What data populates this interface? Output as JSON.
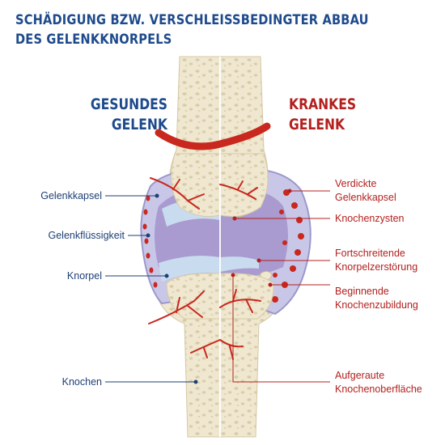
{
  "title": {
    "line1": "SCHÄDIGUNG BZW. VERSCHLEISSBEDINGTER ABBAU",
    "line2": "DES GELENKKNORPELS"
  },
  "healthy": {
    "line1": "GESUNDES",
    "line2": "GELENK"
  },
  "diseased": {
    "line1": "KRANKES",
    "line2": "GELENK"
  },
  "left_labels": {
    "capsule": "Gelenkkapsel",
    "fluid": "Gelenkflüssigkeit",
    "cartilage": "Knorpel",
    "bone": "Knochen"
  },
  "right_labels": {
    "thick_capsule_1": "Verdickte",
    "thick_capsule_2": "Gelenkkapsel",
    "cysts": "Knochenzysten",
    "destruction_1": "Fortschreitende",
    "destruction_2": "Knorpelzerstörung",
    "new_bone_1": "Beginnende",
    "new_bone_2": "Knochenzubildung",
    "rough_1": "Aufgeraute",
    "rough_2": "Knochenoberfläche"
  },
  "colors": {
    "title_blue": "#1e4a8c",
    "diseased_red": "#b3201e",
    "bone": "#efe7cf",
    "capsule": "#c9c7e8",
    "fluid": "#a99ad0",
    "cartilage": "#c9dcef",
    "vessel": "#c8281e"
  }
}
